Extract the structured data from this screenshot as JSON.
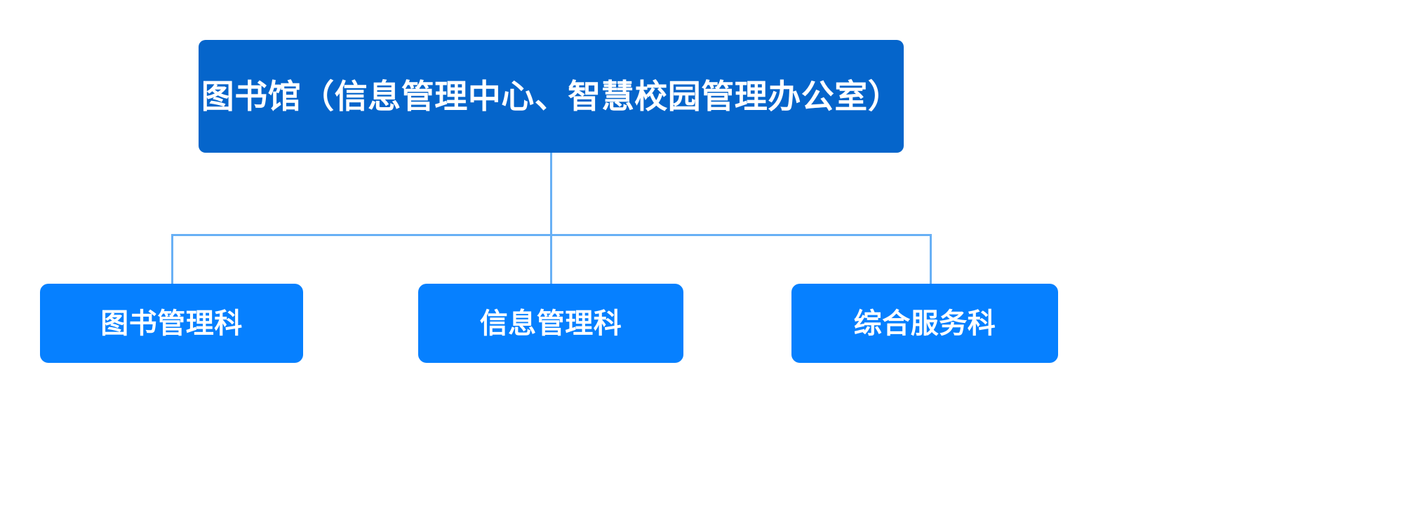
{
  "chart": {
    "type": "org-chart",
    "background_color": "#ffffff",
    "connector_color": "#68b0f5",
    "root": {
      "label": "图书馆（信息管理中心、智慧校园管理办公室）",
      "color": "#0565cb",
      "text_color": "#ffffff"
    },
    "children": [
      {
        "label": "图书管理科",
        "color": "#0680ff",
        "text_color": "#ffffff"
      },
      {
        "label": "信息管理科",
        "color": "#0680ff",
        "text_color": "#ffffff"
      },
      {
        "label": "综合服务科",
        "color": "#0680ff",
        "text_color": "#ffffff"
      }
    ]
  }
}
